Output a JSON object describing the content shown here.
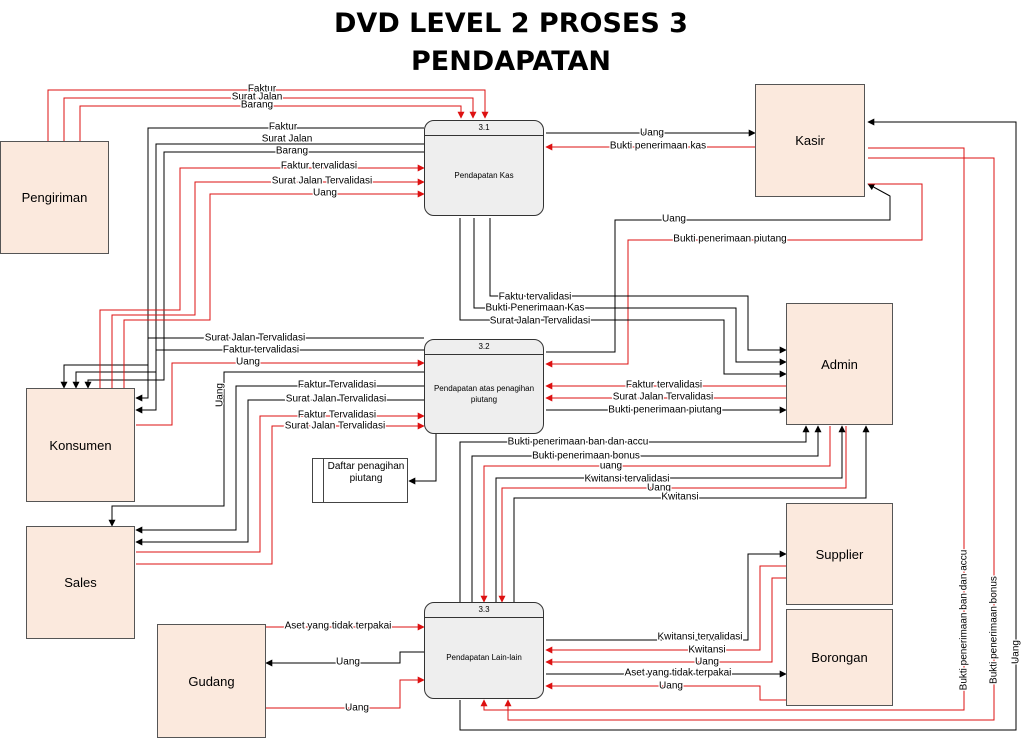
{
  "title": {
    "line1": "DVD LEVEL 2 PROSES 3",
    "line2": "PENDAPATAN"
  },
  "entities": {
    "pengiriman": "Pengiriman",
    "konsumen": "Konsumen",
    "sales": "Sales",
    "gudang": "Gudang",
    "kasir": "Kasir",
    "admin": "Admin",
    "supplier": "Supplier",
    "borongan": "Borongan"
  },
  "processes": {
    "p31": {
      "id": "3.1",
      "name": "Pendapatan Kas"
    },
    "p32": {
      "id": "3.2",
      "name": "Pendapatan atas penagihan piutang"
    },
    "p33": {
      "id": "3.3",
      "name": "Pendapatan Lain-lain"
    }
  },
  "store": {
    "name": "Daftar penagihan piutang"
  },
  "colors": {
    "red": "#dd1111",
    "black": "#000000",
    "entity_fill": "#fbe9dd",
    "process_fill": "#eeeeee"
  },
  "flows": [
    {
      "label": "Faktur",
      "color": "red"
    },
    {
      "label": "Surat Jalan",
      "color": "red"
    },
    {
      "label": "Barang",
      "color": "red"
    },
    {
      "label": "Faktur",
      "color": "black"
    },
    {
      "label": "Surat Jalan",
      "color": "black"
    },
    {
      "label": "Barang",
      "color": "black"
    },
    {
      "label": "Faktur tervalidasi",
      "color": "red"
    },
    {
      "label": "Surat Jalan Tervalidasi",
      "color": "red"
    },
    {
      "label": "Uang",
      "color": "red"
    },
    {
      "label": "Uang",
      "color": "black"
    },
    {
      "label": "Bukti penerimaan kas",
      "color": "red"
    },
    {
      "label": "Uang",
      "color": "black"
    },
    {
      "label": "Bukti penerimaan piutang",
      "color": "red"
    },
    {
      "label": "Faktu tervalidasi",
      "color": "black"
    },
    {
      "label": "Bukti Penerimaan Kas",
      "color": "black"
    },
    {
      "label": "Surat Jalan Tervalidasi",
      "color": "black"
    },
    {
      "label": "Surat Jalan Tervalidasi",
      "color": "black"
    },
    {
      "label": "Faktur tervalidasi",
      "color": "black"
    },
    {
      "label": "Uang",
      "color": "red"
    },
    {
      "label": "Uang",
      "color": "black"
    },
    {
      "label": "Faktur Tervalidasi",
      "color": "black"
    },
    {
      "label": "Surat Jalan Tervalidasi",
      "color": "black"
    },
    {
      "label": "Faktur Tervalidasi",
      "color": "red"
    },
    {
      "label": "Surat Jalan Tervalidasi",
      "color": "red"
    },
    {
      "label": "Faktur tervalidasi",
      "color": "red"
    },
    {
      "label": "Surat Jalan Tervalidasi",
      "color": "red"
    },
    {
      "label": "Bukti penerimaan piutang",
      "color": "black"
    },
    {
      "label": "Bukti penerimaan ban dan accu",
      "color": "black"
    },
    {
      "label": "Bukti  penerimaan bonus",
      "color": "black"
    },
    {
      "label": "uang",
      "color": "red"
    },
    {
      "label": "Kwitansi tervalidasi",
      "color": "black"
    },
    {
      "label": "Uang",
      "color": "red"
    },
    {
      "label": "Kwitansi",
      "color": "black"
    },
    {
      "label": "Aset yang tidak terpakai",
      "color": "red"
    },
    {
      "label": "Uang",
      "color": "black"
    },
    {
      "label": "Uang",
      "color": "red"
    },
    {
      "label": "Kwitansi tervalidasi",
      "color": "black"
    },
    {
      "label": "Kwitansi",
      "color": "red"
    },
    {
      "label": "Uang",
      "color": "red"
    },
    {
      "label": "Aset yang tidak terpakai",
      "color": "black"
    },
    {
      "label": "Uang",
      "color": "red"
    },
    {
      "label": "Bukti penerimaan ban dan accu",
      "color": "red"
    },
    {
      "label": "Bukti penerimaan bonus",
      "color": "red"
    },
    {
      "label": "Uang",
      "color": "black"
    }
  ]
}
